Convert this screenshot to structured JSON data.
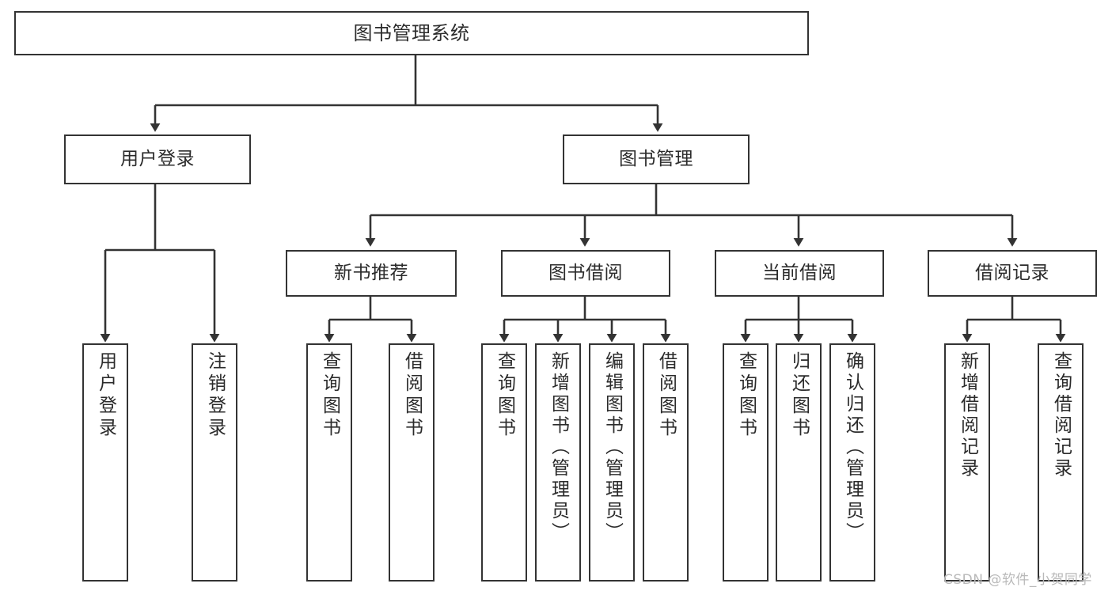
{
  "diagram": {
    "kind": "function-structure-tree",
    "title": "图书管理系统",
    "stroke_color": "#333333",
    "box_fill": "#ffffff",
    "text_color": "#2b2b2b",
    "background": "#ffffff"
  },
  "nodes": {
    "root": {
      "label": "图书管理系统"
    },
    "level2": [
      {
        "id": "user-login",
        "label": "用户登录"
      },
      {
        "id": "book-manage",
        "label": "图书管理"
      }
    ],
    "level3": [
      {
        "id": "new-book-recommend",
        "label": "新书推荐"
      },
      {
        "id": "book-borrow",
        "label": "图书借阅"
      },
      {
        "id": "current-borrow",
        "label": "当前借阅"
      },
      {
        "id": "borrow-record",
        "label": "借阅记录"
      }
    ],
    "leaves": {
      "user_login": [
        {
          "id": "leaf-user-login",
          "label": "用户登录"
        },
        {
          "id": "leaf-logout-login",
          "label": "注销登录"
        }
      ],
      "new_book_recommend": [
        {
          "id": "leaf-query-book-1",
          "label": "查询图书"
        },
        {
          "id": "leaf-borrow-book-1",
          "label": "借阅图书"
        }
      ],
      "book_borrow": [
        {
          "id": "leaf-query-book-2",
          "label": "查询图书"
        },
        {
          "id": "leaf-add-book",
          "label": "新增图书（管理员）"
        },
        {
          "id": "leaf-edit-book",
          "label": "编辑图书（管理员）"
        },
        {
          "id": "leaf-borrow-book-2",
          "label": "借阅图书"
        }
      ],
      "current_borrow": [
        {
          "id": "leaf-query-book-3",
          "label": "查询图书"
        },
        {
          "id": "leaf-return-book",
          "label": "归还图书"
        },
        {
          "id": "leaf-confirm-return",
          "label": "确认归还（管理员）"
        }
      ],
      "borrow_record": [
        {
          "id": "leaf-add-record",
          "label": "新增借阅记录"
        },
        {
          "id": "leaf-query-record",
          "label": "查询借阅记录"
        }
      ]
    }
  },
  "watermark": {
    "text": "CSDN @软件_小贺同学"
  }
}
